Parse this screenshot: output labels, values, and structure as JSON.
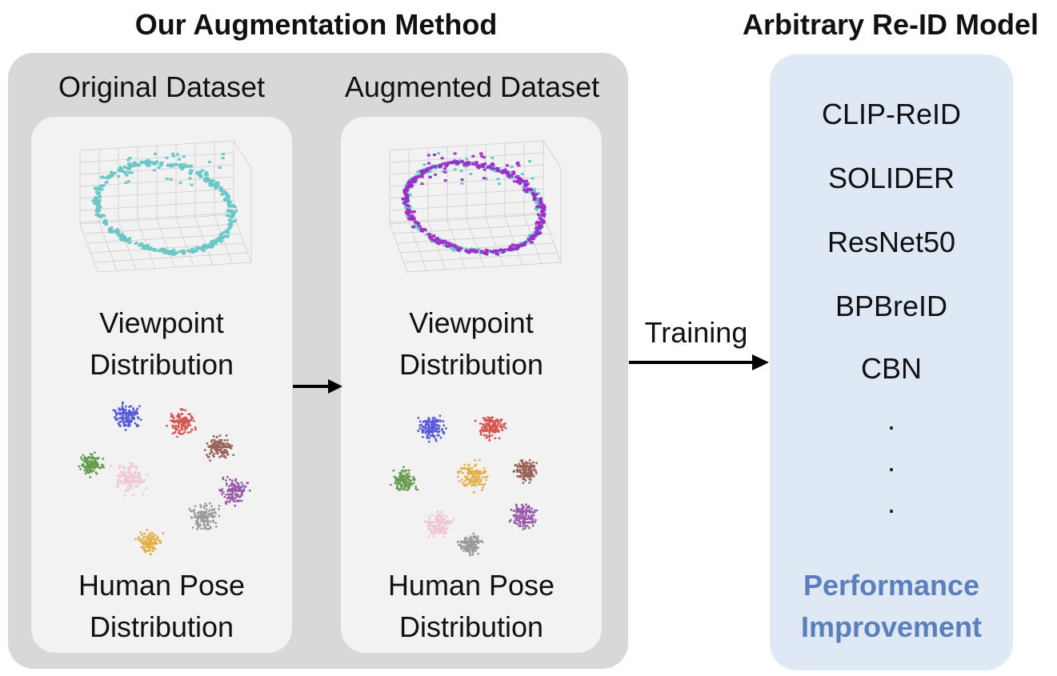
{
  "titles": {
    "left": "Our Augmentation Method",
    "right": "Arbitrary Re-ID Model"
  },
  "columns": {
    "original": {
      "heading": "Original Dataset",
      "viewpoint_caption": [
        "Viewpoint",
        "Distribution"
      ],
      "pose_caption": [
        "Human Pose",
        "Distribution"
      ]
    },
    "augmented": {
      "heading": "Augmented Dataset",
      "viewpoint_caption": [
        "Viewpoint",
        "Distribution"
      ],
      "pose_caption": [
        "Human Pose",
        "Distribution"
      ]
    }
  },
  "arrow_label": "Training",
  "models": [
    "CLIP-ReID",
    "SOLIDER",
    "ResNet50",
    "BPBreID",
    "CBN"
  ],
  "ellipsis": [
    ".",
    ".",
    "."
  ],
  "result": [
    "Performance",
    "Improvement"
  ],
  "colors": {
    "panel_gray": "#d8d8d8",
    "inner_gray": "#f2f2f2",
    "model_panel": "#dfe8f5",
    "result_text": "#5b7fbd",
    "original_points": "#5ec4c4",
    "augmented_points": "#9a1fc9",
    "pose_clusters": [
      "#3b3fd6",
      "#d33a35",
      "#8b4a3c",
      "#8a3fa0",
      "#8c8c8c",
      "#e0a52a",
      "#efc0cf",
      "#4f8f34"
    ]
  }
}
